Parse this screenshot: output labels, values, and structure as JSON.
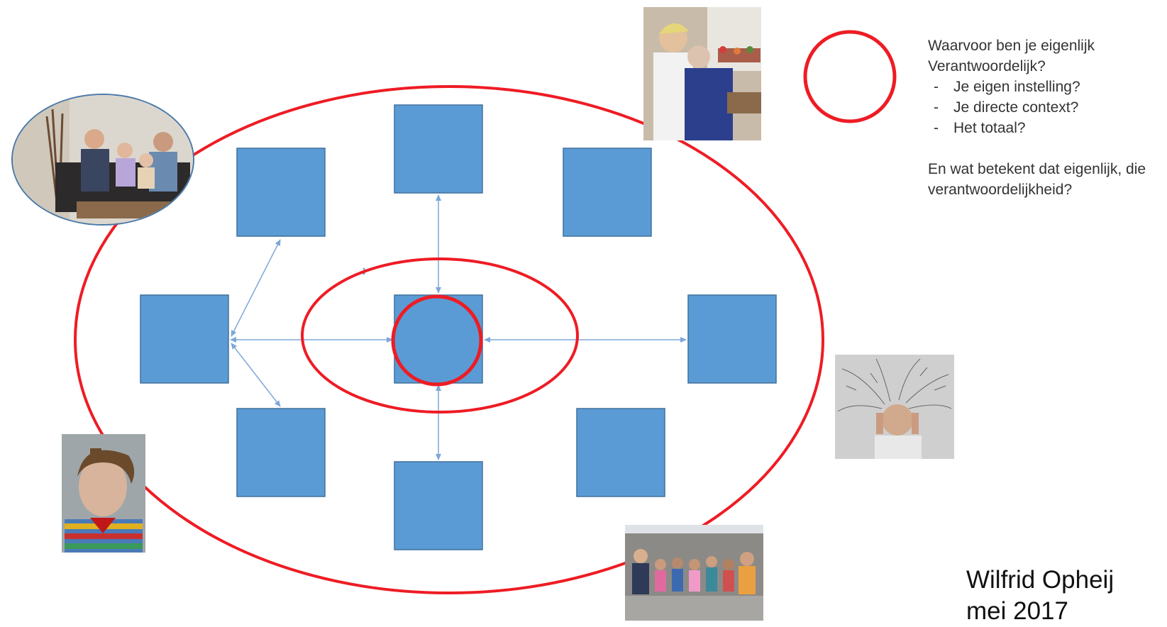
{
  "diagram": {
    "caption_question": "Waarvoor ben je eigenlijk Verantwoordelijk?",
    "options": [
      "Je eigen instelling?",
      "Je directe context?",
      "Het totaal?"
    ],
    "caption_followup": "En wat betekent dat eigenlijk, die verantwoordelijkheid?",
    "author_name": "Wilfrid Opheij",
    "author_date": "mei 2017"
  },
  "colors": {
    "box_fill": "#5b9bd5",
    "box_stroke": "#41719c",
    "circle_red": "#ee1c24",
    "arrow_blue": "#7da7d9"
  }
}
